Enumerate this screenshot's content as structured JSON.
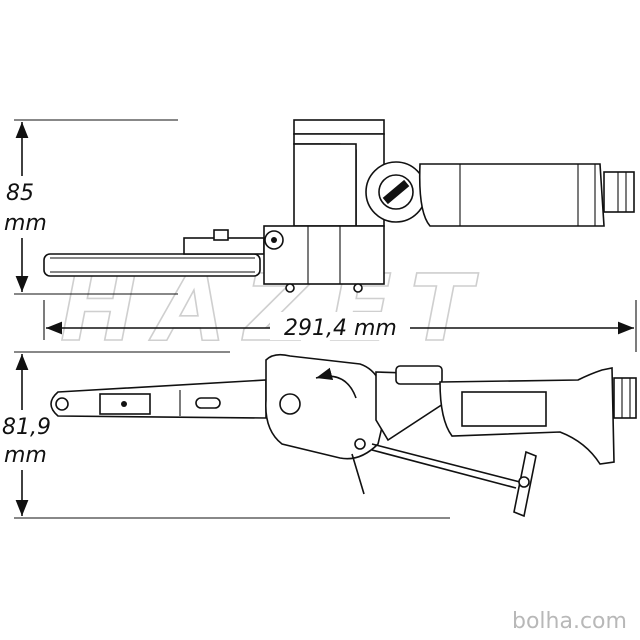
{
  "dimensions": {
    "height_top": {
      "value": "85",
      "unit": "mm"
    },
    "length_total": {
      "value": "291,4 mm"
    },
    "height_bottom": {
      "value": "81,9",
      "unit": "mm"
    }
  },
  "watermark": {
    "text": "HAZET"
  },
  "source_watermark": {
    "text": "bolha.com"
  },
  "colors": {
    "line": "#111111",
    "watermark": "#cfcfcf",
    "background": "#ffffff"
  }
}
